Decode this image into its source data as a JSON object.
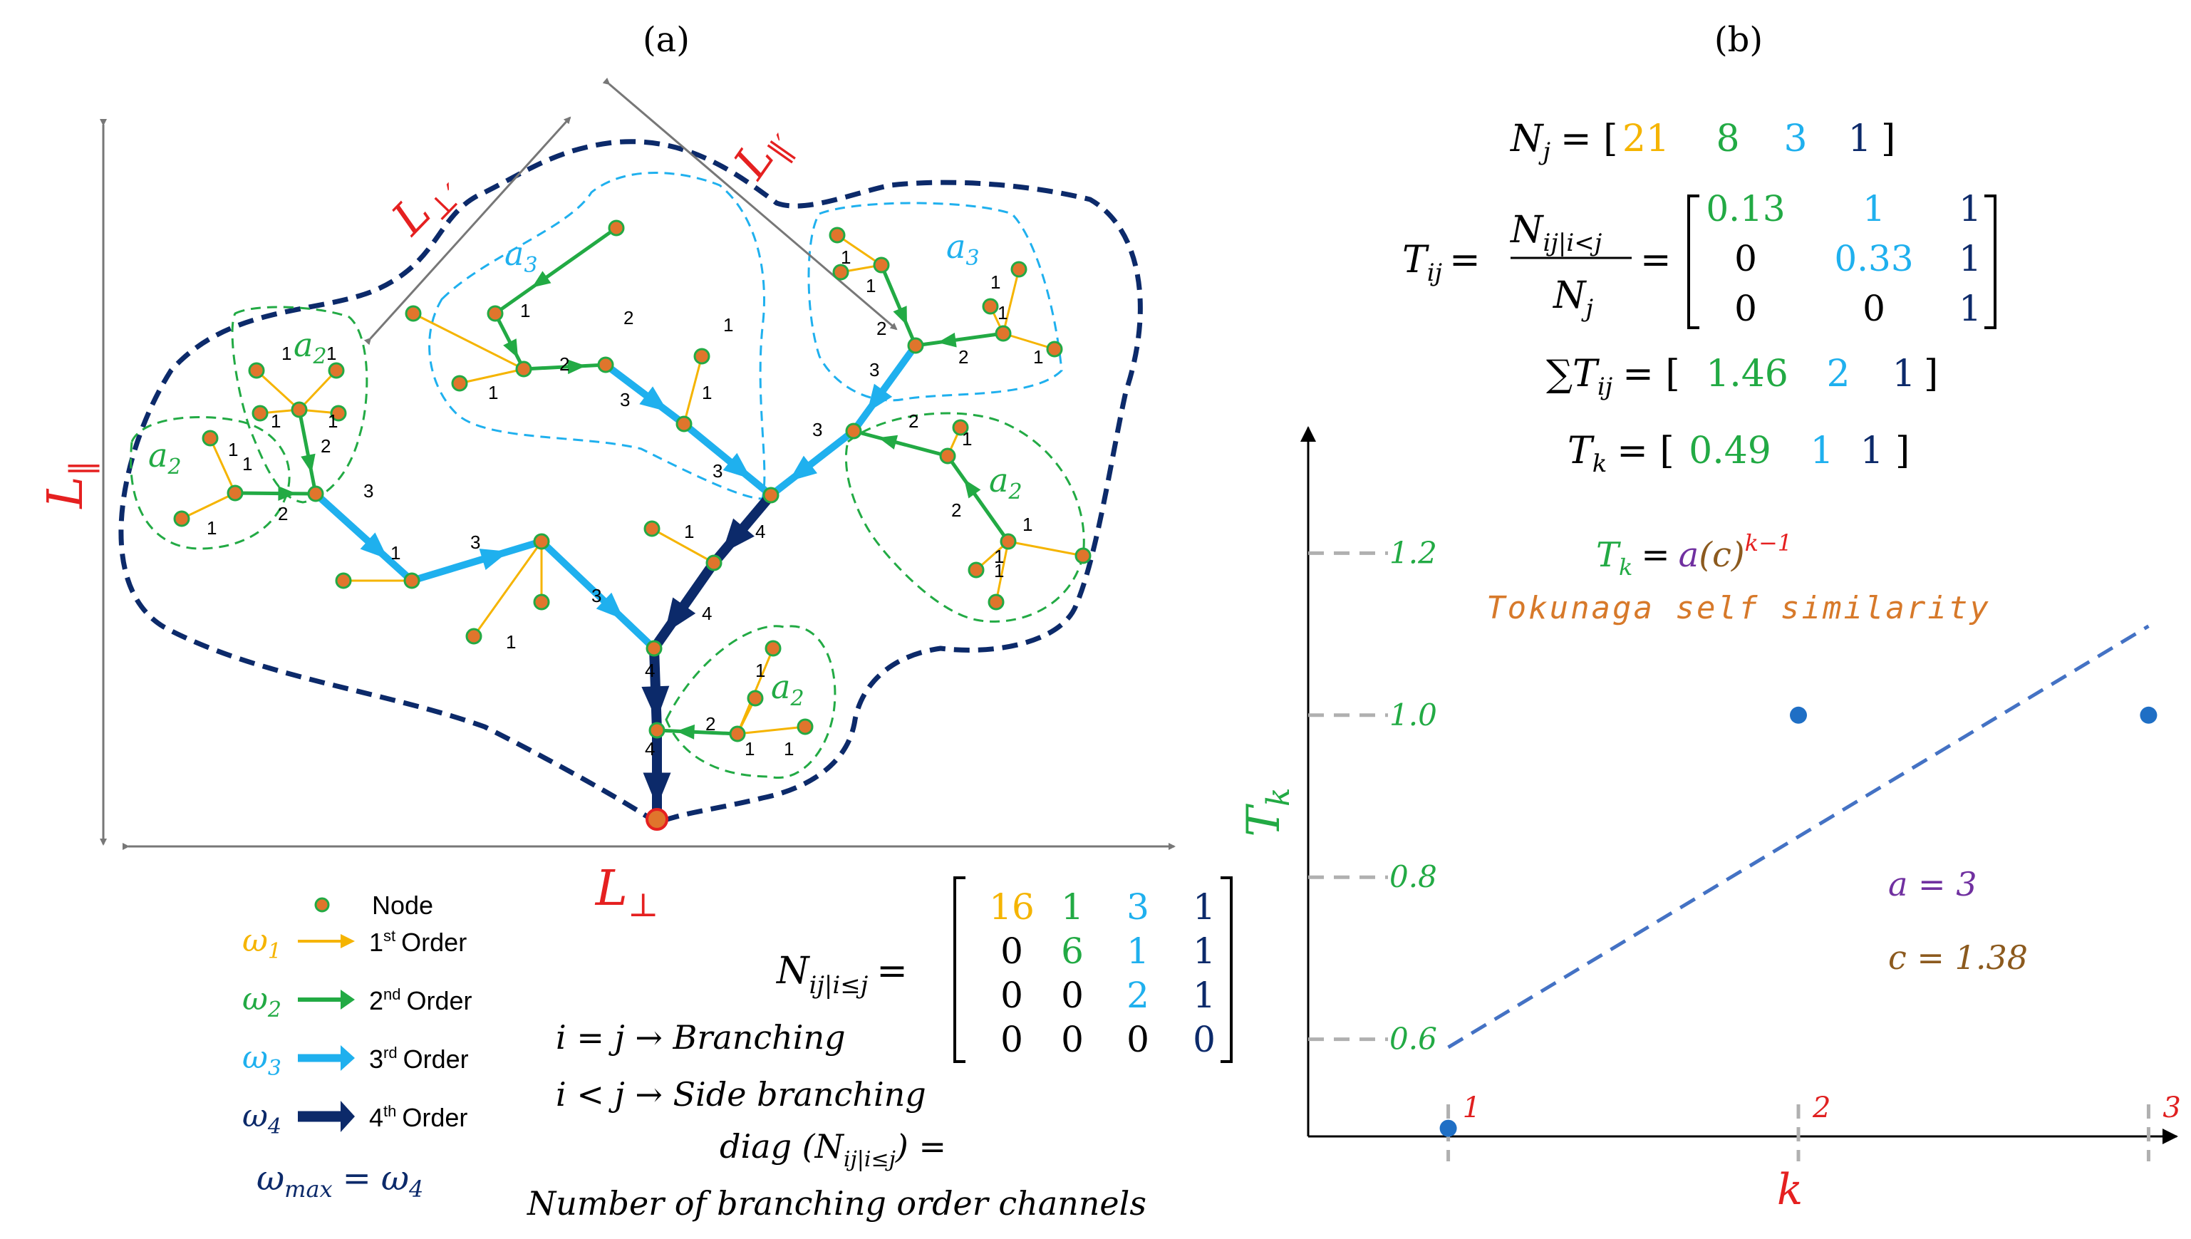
{
  "panel_a": {
    "label": "(a)",
    "dims": {
      "l_par": "L",
      "l_par_sub": "‖",
      "l_perp": "L",
      "l_perp_sub": "⊥",
      "l_perp_prime": "L",
      "l_perp_prime_sub": "⊥′",
      "l_par_prime": "L",
      "l_par_prime_sub": "‖′"
    },
    "basins": {
      "a2": "a",
      "a2_sub": "2",
      "a3": "a",
      "a3_sub": "3"
    },
    "order_labels": [
      "1",
      "2",
      "3",
      "4"
    ],
    "legend": {
      "node": "Node",
      "w_symbol": "ω",
      "items": [
        {
          "sub": "1",
          "ord": "1",
          "sup": "st",
          "text": "Order"
        },
        {
          "sub": "2",
          "ord": "2",
          "sup": "nd",
          "text": "Order"
        },
        {
          "sub": "3",
          "ord": "3",
          "sup": "rd",
          "text": "Order"
        },
        {
          "sub": "4",
          "ord": "4",
          "sup": "th",
          "text": "Order"
        }
      ],
      "wmax_lhs": "ω",
      "wmax_lhs_sub": "max",
      "wmax_eq": "=",
      "wmax_rhs": "ω",
      "wmax_rhs_sub": "4"
    },
    "matrix_N": {
      "lhs": "N",
      "lhs_sub": "ij|i≤j",
      "eq": "=",
      "rows": [
        [
          "16",
          "1",
          "3",
          "1"
        ],
        [
          "0",
          "6",
          "1",
          "1"
        ],
        [
          "0",
          "0",
          "2",
          "1"
        ],
        [
          "0",
          "0",
          "0",
          "0"
        ]
      ]
    },
    "notes": {
      "branching": "i = j →  Branching",
      "side": "i < j → Side branching",
      "diag": "diag (N",
      "diag_sub": "ij|i≤j",
      "diag_end": ") =",
      "channels": "Number of branching order channels"
    }
  },
  "panel_b": {
    "label": "(b)",
    "Nj": {
      "lhs": "N",
      "lhs_sub": "j",
      "values": [
        "21",
        "8",
        "3",
        "1"
      ]
    },
    "Tij": {
      "lhs": "T",
      "lhs_sub": "ij",
      "num": "N",
      "num_sub": "ij|i<j",
      "den": "N",
      "den_sub": "j",
      "rows": [
        [
          "0.13",
          "1",
          "1"
        ],
        [
          "0",
          "0.33",
          "1"
        ],
        [
          "0",
          "0",
          "1"
        ]
      ]
    },
    "sumTij": {
      "lhs": "∑T",
      "lhs_sub": "ij",
      "values": [
        "1.46",
        "2",
        "1"
      ]
    },
    "Tk": {
      "lhs": "T",
      "lhs_sub": "k",
      "values": [
        "0.49",
        "1",
        "1"
      ]
    },
    "formula": {
      "lhs": "T",
      "lhs_sub": "k",
      "eq": "=",
      "rhs_a": "a",
      "rhs_c": "(c)",
      "rhs_exp": "k−1"
    },
    "formula_caption": "Tokunaga self similarity",
    "param_a": "a = 3",
    "param_c": "c = 1.38"
  },
  "chart_data": {
    "type": "scatter",
    "title": "",
    "xlabel": "k",
    "ylabel": "T",
    "ylabel_sub": "k",
    "x_ticks": [
      "1",
      "2",
      "3"
    ],
    "y_ticks": [
      "0.6",
      "0.8",
      "1.0",
      "1.2"
    ],
    "xlim": [
      0.6,
      3.05
    ],
    "ylim": [
      0.48,
      1.32
    ],
    "grid": false,
    "series": [
      {
        "x": [
          1,
          2,
          3
        ],
        "y": [
          0.49,
          1.0,
          1.0
        ]
      }
    ],
    "fit_line": {
      "x": [
        1,
        3
      ],
      "y": [
        0.59,
        1.11
      ]
    },
    "colors": {
      "points": "#1f6fc5",
      "fit": "#4472c4",
      "tick_labels_y": "#22aa44",
      "tick_labels_x": "#e02020",
      "ticks": "#b0b0b0"
    }
  },
  "colors": {
    "order1": "#f5b400",
    "order2": "#22aa44",
    "order3": "#1fb0ee",
    "order4": "#0c2a6a",
    "red": "#e52020",
    "purple": "#7030a0",
    "brown": "#8c5a1e",
    "orange": "#d7792a",
    "node_fill": "#e0752c",
    "node_ring": "#22aa44"
  }
}
